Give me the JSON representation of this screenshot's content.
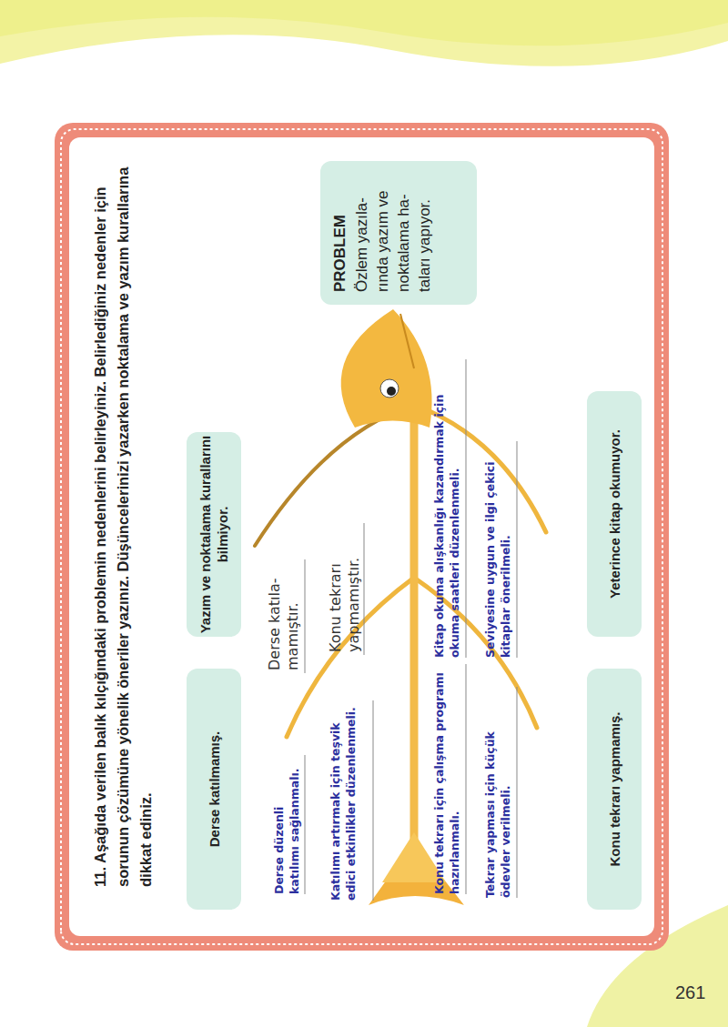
{
  "diagram": {
    "title": "11. Aşağıda verilen balık kılçığındaki problemin nedenlerini belirleyiniz. Belirlediğiniz nedenler için sorunun çözümüne yönelik öneriler yazınız. Düşüncelerinizi yazarken noktalama ve yazım kurallarına dikkat ediniz.",
    "nodes": [
      {
        "text": [
          "Derse katılmamış."
        ]
      },
      {
        "text": [
          "Yazım ve noktalama kurallarını bilmiyor."
        ]
      },
      {
        "text": [
          "PROBLEM",
          "Özlem yazıla- rında yazım ve noktalama ha- taları yapıyor."
        ]
      },
      {
        "text": [
          "Konu tekrarı yapmamış."
        ]
      },
      {
        "text": [
          "Yeterince kitap okumuyor."
        ]
      }
    ],
    "labels": [
      "Derse düzenli katılımı sağlanmalı.",
      "Katılımı artırmak için teşvik edici etkinlikler düzenlenmeli.",
      "Derse katıla- mamıştır.",
      "Konu tekrarı yapmamıştır.",
      "Konu tekrarı için çalışma programı hazırlanmalı.",
      "Tekrar yapması için küçük ödevler verilmeli.",
      "Kitap okuma alışkanlığı kazandırmak için okuma saatleri düzenlenmeli.",
      "Seviyesine uygun ve ilgi çekici kitaplar önerilmeli.",
      "261"
    ]
  }
}
